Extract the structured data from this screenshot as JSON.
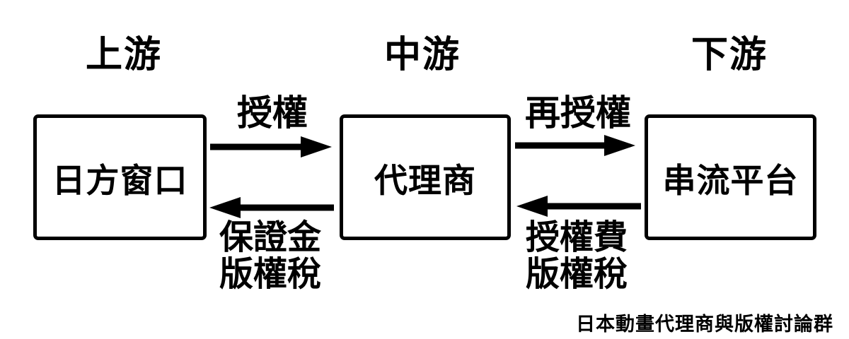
{
  "colors": {
    "background": "#ffffff",
    "foreground": "#000000"
  },
  "diagram": {
    "columns": [
      {
        "header": "上游",
        "box": "日方窗口"
      },
      {
        "header": "中游",
        "box": "代理商"
      },
      {
        "header": "下游",
        "box": "串流平台"
      }
    ],
    "flows": [
      {
        "from": "日方窗口",
        "to": "代理商",
        "direction": "right",
        "lines": [
          "授權"
        ]
      },
      {
        "from": "代理商",
        "to": "日方窗口",
        "direction": "left",
        "lines": [
          "保證金",
          "版權稅"
        ]
      },
      {
        "from": "代理商",
        "to": "串流平台",
        "direction": "right",
        "lines": [
          "再授權"
        ]
      },
      {
        "from": "串流平台",
        "to": "代理商",
        "direction": "left",
        "lines": [
          "授權費",
          "版權稅"
        ]
      }
    ],
    "caption": "日本動畫代理商與版權討論群"
  }
}
